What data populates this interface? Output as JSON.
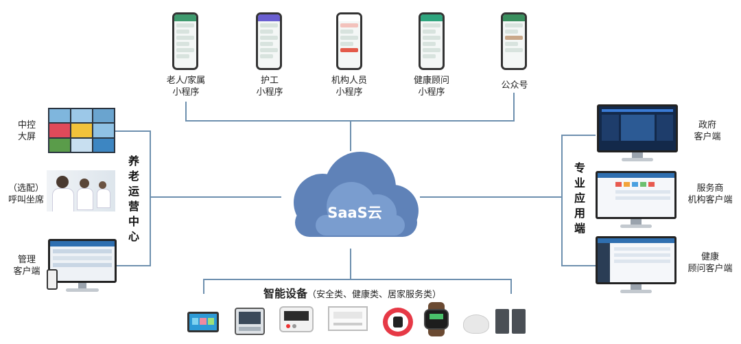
{
  "center": {
    "label": "SaaS云",
    "color": "#6a8ec2"
  },
  "top_clients": [
    {
      "label": "老人/家属\n小程序",
      "color": "#3f9a6e"
    },
    {
      "label": "护工\n小程序",
      "color": "#6a5fd1"
    },
    {
      "label": "机构人员\n小程序",
      "color": "#e35a4a"
    },
    {
      "label": "健康顾问\n小程序",
      "color": "#2fa57e"
    },
    {
      "label": "公众号",
      "color": "#3a8f5e"
    }
  ],
  "left_group": {
    "title": "养老运营中心",
    "items": [
      {
        "label": "中控\n大屏"
      },
      {
        "label": "（选配）\n呼叫坐席"
      },
      {
        "label": "管理\n客户端"
      }
    ]
  },
  "right_group": {
    "title": "专业应用端",
    "items": [
      {
        "label": "政府\n客户端"
      },
      {
        "label": "服务商\n机构客户端"
      },
      {
        "label": "健康\n顾问客户端"
      }
    ]
  },
  "bottom": {
    "title": "智能设备",
    "subtitle": "（安全类、健康类、居家服务类）"
  },
  "colors": {
    "line": "#6d8fae",
    "cloud": "#5f82b8"
  }
}
